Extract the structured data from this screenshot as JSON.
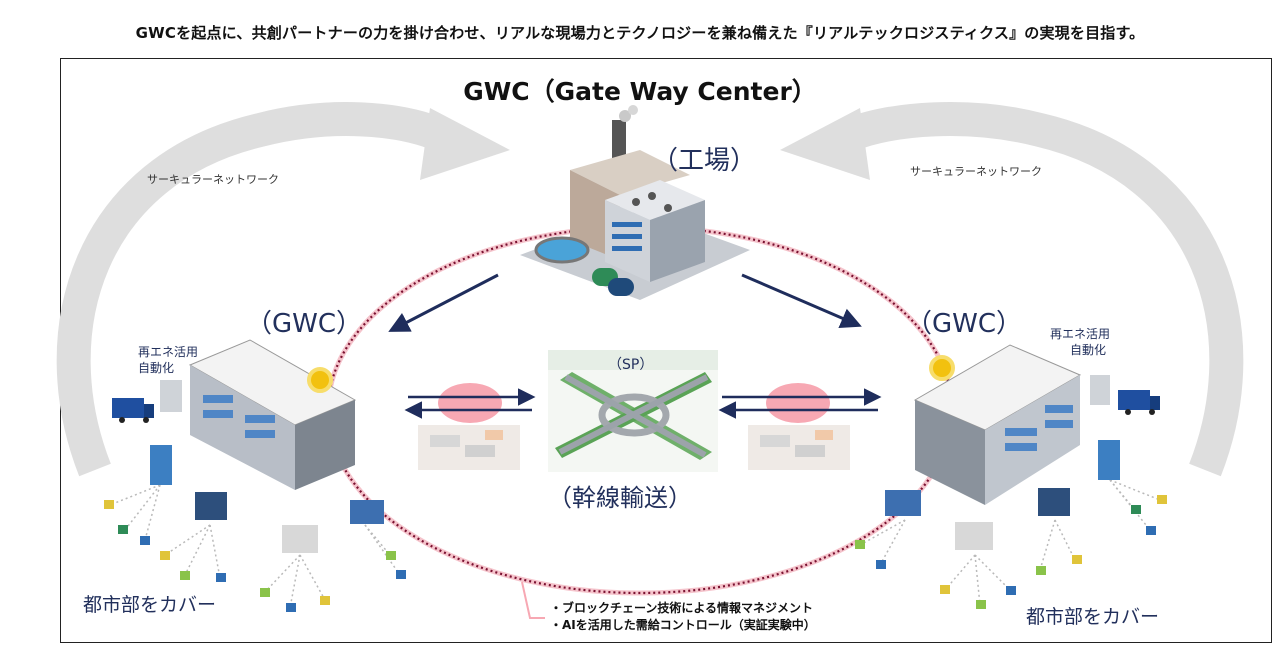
{
  "headline": "GWCを起点に、共創パートナーの力を掛け合わせ、リアルな現場力とテクノロジーを兼ね備えた『リアルテックロジスティクス』の実現を目指す。",
  "title": "GWC（Gate Way Center）",
  "factory_label": "（工場）",
  "left": {
    "network_label": "サーキュラーネットワーク",
    "gwc_label": "（GWC）",
    "features": [
      "再エネ活用",
      "自動化"
    ],
    "cover_label": "都市部をカバー"
  },
  "right": {
    "network_label": "サーキュラーネットワーク",
    "gwc_label": "（GWC）",
    "features": [
      "再エネ活用",
      "自動化"
    ],
    "cover_label": "都市部をカバー"
  },
  "sp_label": "（SP）",
  "trunk_label": "（幹線輸送）",
  "notes": [
    "・ブロックチェーン技術による情報マネジメント",
    "・AIを活用した需給コントロール（実証実験中）"
  ],
  "colors": {
    "navy": "#1f2d5c",
    "gray_arrow": "#dcdcdc",
    "ellipse_outer": "#f2b3bd",
    "ellipse_dots": "#7a1030",
    "accent_pink": "#f7a8b3"
  }
}
